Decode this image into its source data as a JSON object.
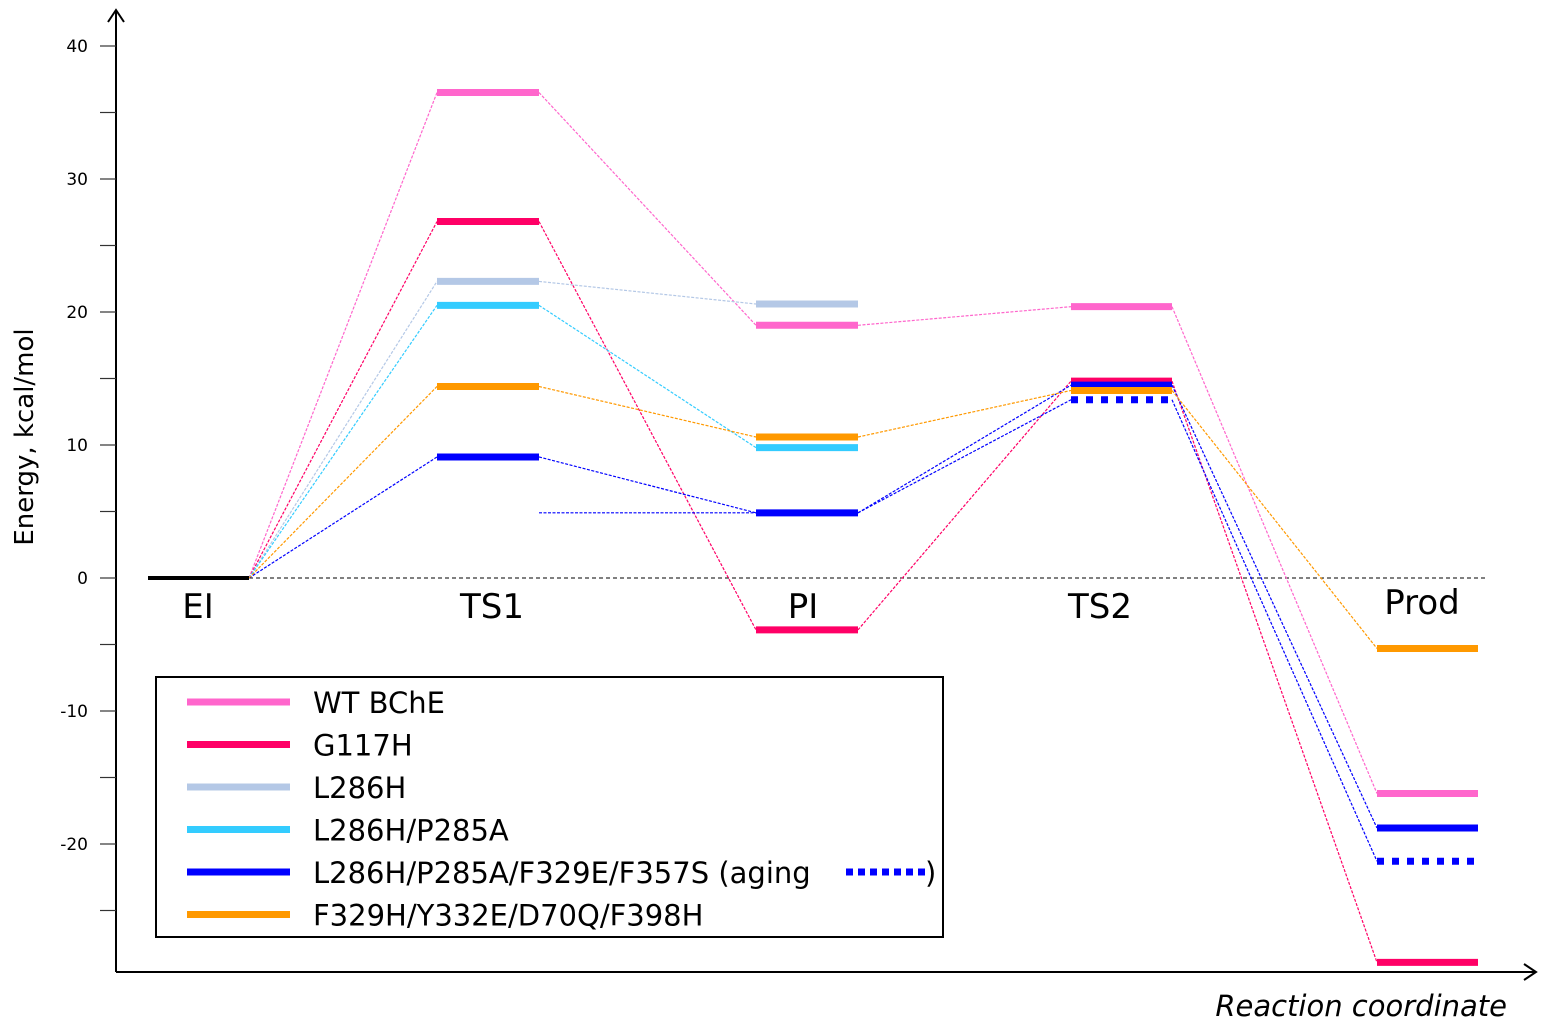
{
  "chart_data": {
    "type": "line",
    "title": "",
    "xlabel": "Reaction coordinate",
    "ylabel": "Energy, kcal/mol",
    "ylim": [
      -29.6,
      42
    ],
    "yticks_major": [
      40,
      30,
      20,
      10,
      0,
      -10,
      -20
    ],
    "yticks_minor": [
      35,
      25,
      15,
      5,
      -5,
      -15,
      -25
    ],
    "grid": false,
    "legend_position": "lower left",
    "categories": [
      "EI",
      "TS1",
      "PI",
      "TS2",
      "Prod"
    ],
    "series": [
      {
        "name": "WT BChE",
        "color": "#ff66cc",
        "style": "solid",
        "values": [
          0,
          36.5,
          19.0,
          20.4,
          -16.2
        ]
      },
      {
        "name": "G117H",
        "color": "#ff0066",
        "style": "solid",
        "values": [
          0,
          26.8,
          -3.9,
          14.8,
          -28.9
        ]
      },
      {
        "name": "L286H",
        "color": "#b4c8e6",
        "style": "solid",
        "values": [
          0,
          22.3,
          20.6,
          null,
          null
        ]
      },
      {
        "name": "L286H/P285A",
        "color": "#33ccff",
        "style": "solid",
        "values": [
          0,
          20.5,
          9.8,
          null,
          null
        ]
      },
      {
        "name": "L286H/P285A/F329E/F357S",
        "color": "#0000ff",
        "style": "solid",
        "values": [
          0,
          9.1,
          4.9,
          14.5,
          -18.8
        ]
      },
      {
        "name": "L286H/P285A/F329E/F357S (aging)",
        "color": "#0000ff",
        "style": "dotted",
        "values": [
          null,
          null,
          4.9,
          13.4,
          -21.3
        ]
      },
      {
        "name": "F329H/Y332E/D70Q/F398H",
        "color": "#ff9900",
        "style": "solid",
        "values": [
          0,
          14.4,
          10.6,
          14.1,
          -5.3
        ]
      }
    ],
    "legend": [
      {
        "label": "WT BChE",
        "color": "#ff66cc"
      },
      {
        "label": "G117H",
        "color": "#ff0066"
      },
      {
        "label": "L286H",
        "color": "#b4c8e6"
      },
      {
        "label": "L286H/P285A",
        "color": "#33ccff"
      },
      {
        "label": "L286H/P285A/F329E/F357S (aging",
        "color": "#0000ff",
        "suffix": ")"
      },
      {
        "label": "F329H/Y332E/D70Q/F398H",
        "color": "#ff9900"
      }
    ],
    "reference_color": "#000000"
  }
}
